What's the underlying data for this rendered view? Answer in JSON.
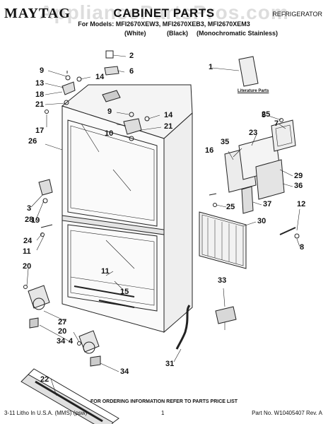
{
  "watermark": "AppliancePartsPros.com",
  "header": {
    "brand": "MAYTAG",
    "title": "CABINET PARTS",
    "category": "REFRIGERATOR",
    "models": "For Models: MFI2670XEW3, MFI2670XEB3, MFI2670XEM3",
    "color_white": "(White)",
    "color_black": "(Black)",
    "color_mono": "(Monochromatic Stainless)"
  },
  "literature_label": "Literature Parts",
  "callouts": [
    "1",
    "2",
    "3",
    "4",
    "5",
    "6",
    "7",
    "8",
    "9",
    "9",
    "10",
    "11",
    "11",
    "12",
    "13",
    "14",
    "14",
    "15",
    "16",
    "17",
    "18",
    "19",
    "20",
    "20",
    "21",
    "21",
    "22",
    "23",
    "24",
    "25",
    "25",
    "26",
    "27",
    "28",
    "29",
    "30",
    "31",
    "33",
    "34",
    "34",
    "35",
    "36",
    "37"
  ],
  "footer": {
    "order_note": "FOR ORDERING INFORMATION REFER TO PARTS PRICE LIST",
    "litho": "3-11 Litho In U.S.A. (MMS) (psw)",
    "page": "1",
    "part_no": "Part No. W10405407 Rev. A"
  }
}
